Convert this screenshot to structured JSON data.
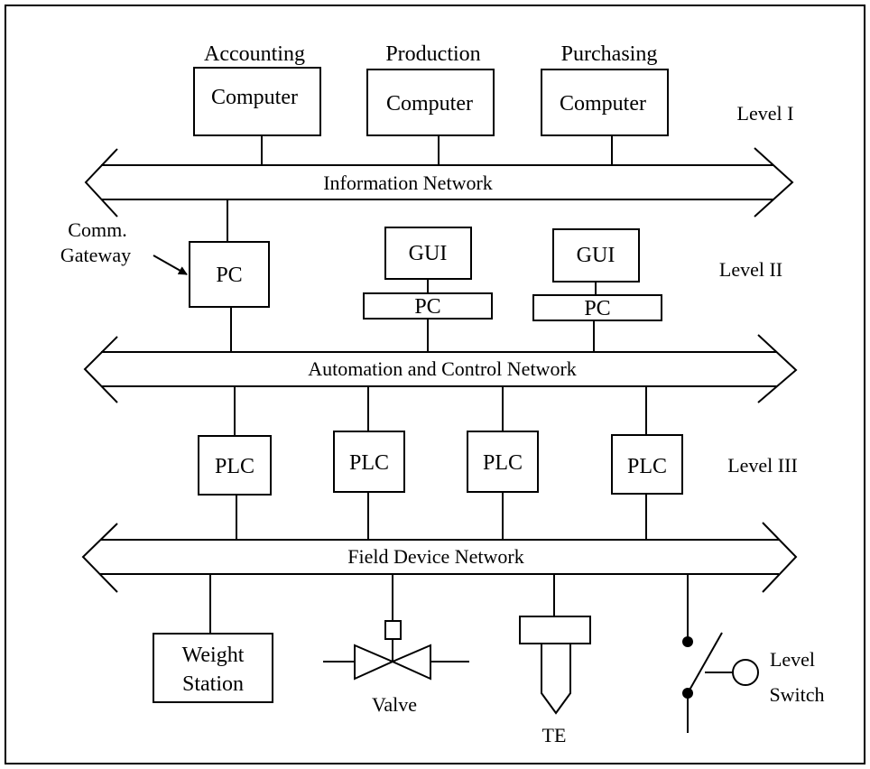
{
  "level1": {
    "level_label": "Level I",
    "departments": [
      "Accounting",
      "Production",
      "Purchasing"
    ],
    "computer_label": "Computer"
  },
  "networks": {
    "information": "Information Network",
    "automation": "Automation and Control Network",
    "field": "Field Device Network"
  },
  "level2": {
    "level_label": "Level II",
    "gateway_label_line1": "Comm.",
    "gateway_label_line2": "Gateway",
    "pc_label": "PC",
    "gui_label": "GUI"
  },
  "level3": {
    "level_label": "Level III",
    "plc_label": "PLC"
  },
  "devices": {
    "weight_station_line1": "Weight",
    "weight_station_line2": "Station",
    "valve_label": "Valve",
    "te_label": "TE",
    "level_switch_line1": "Level",
    "level_switch_line2": "Switch"
  }
}
